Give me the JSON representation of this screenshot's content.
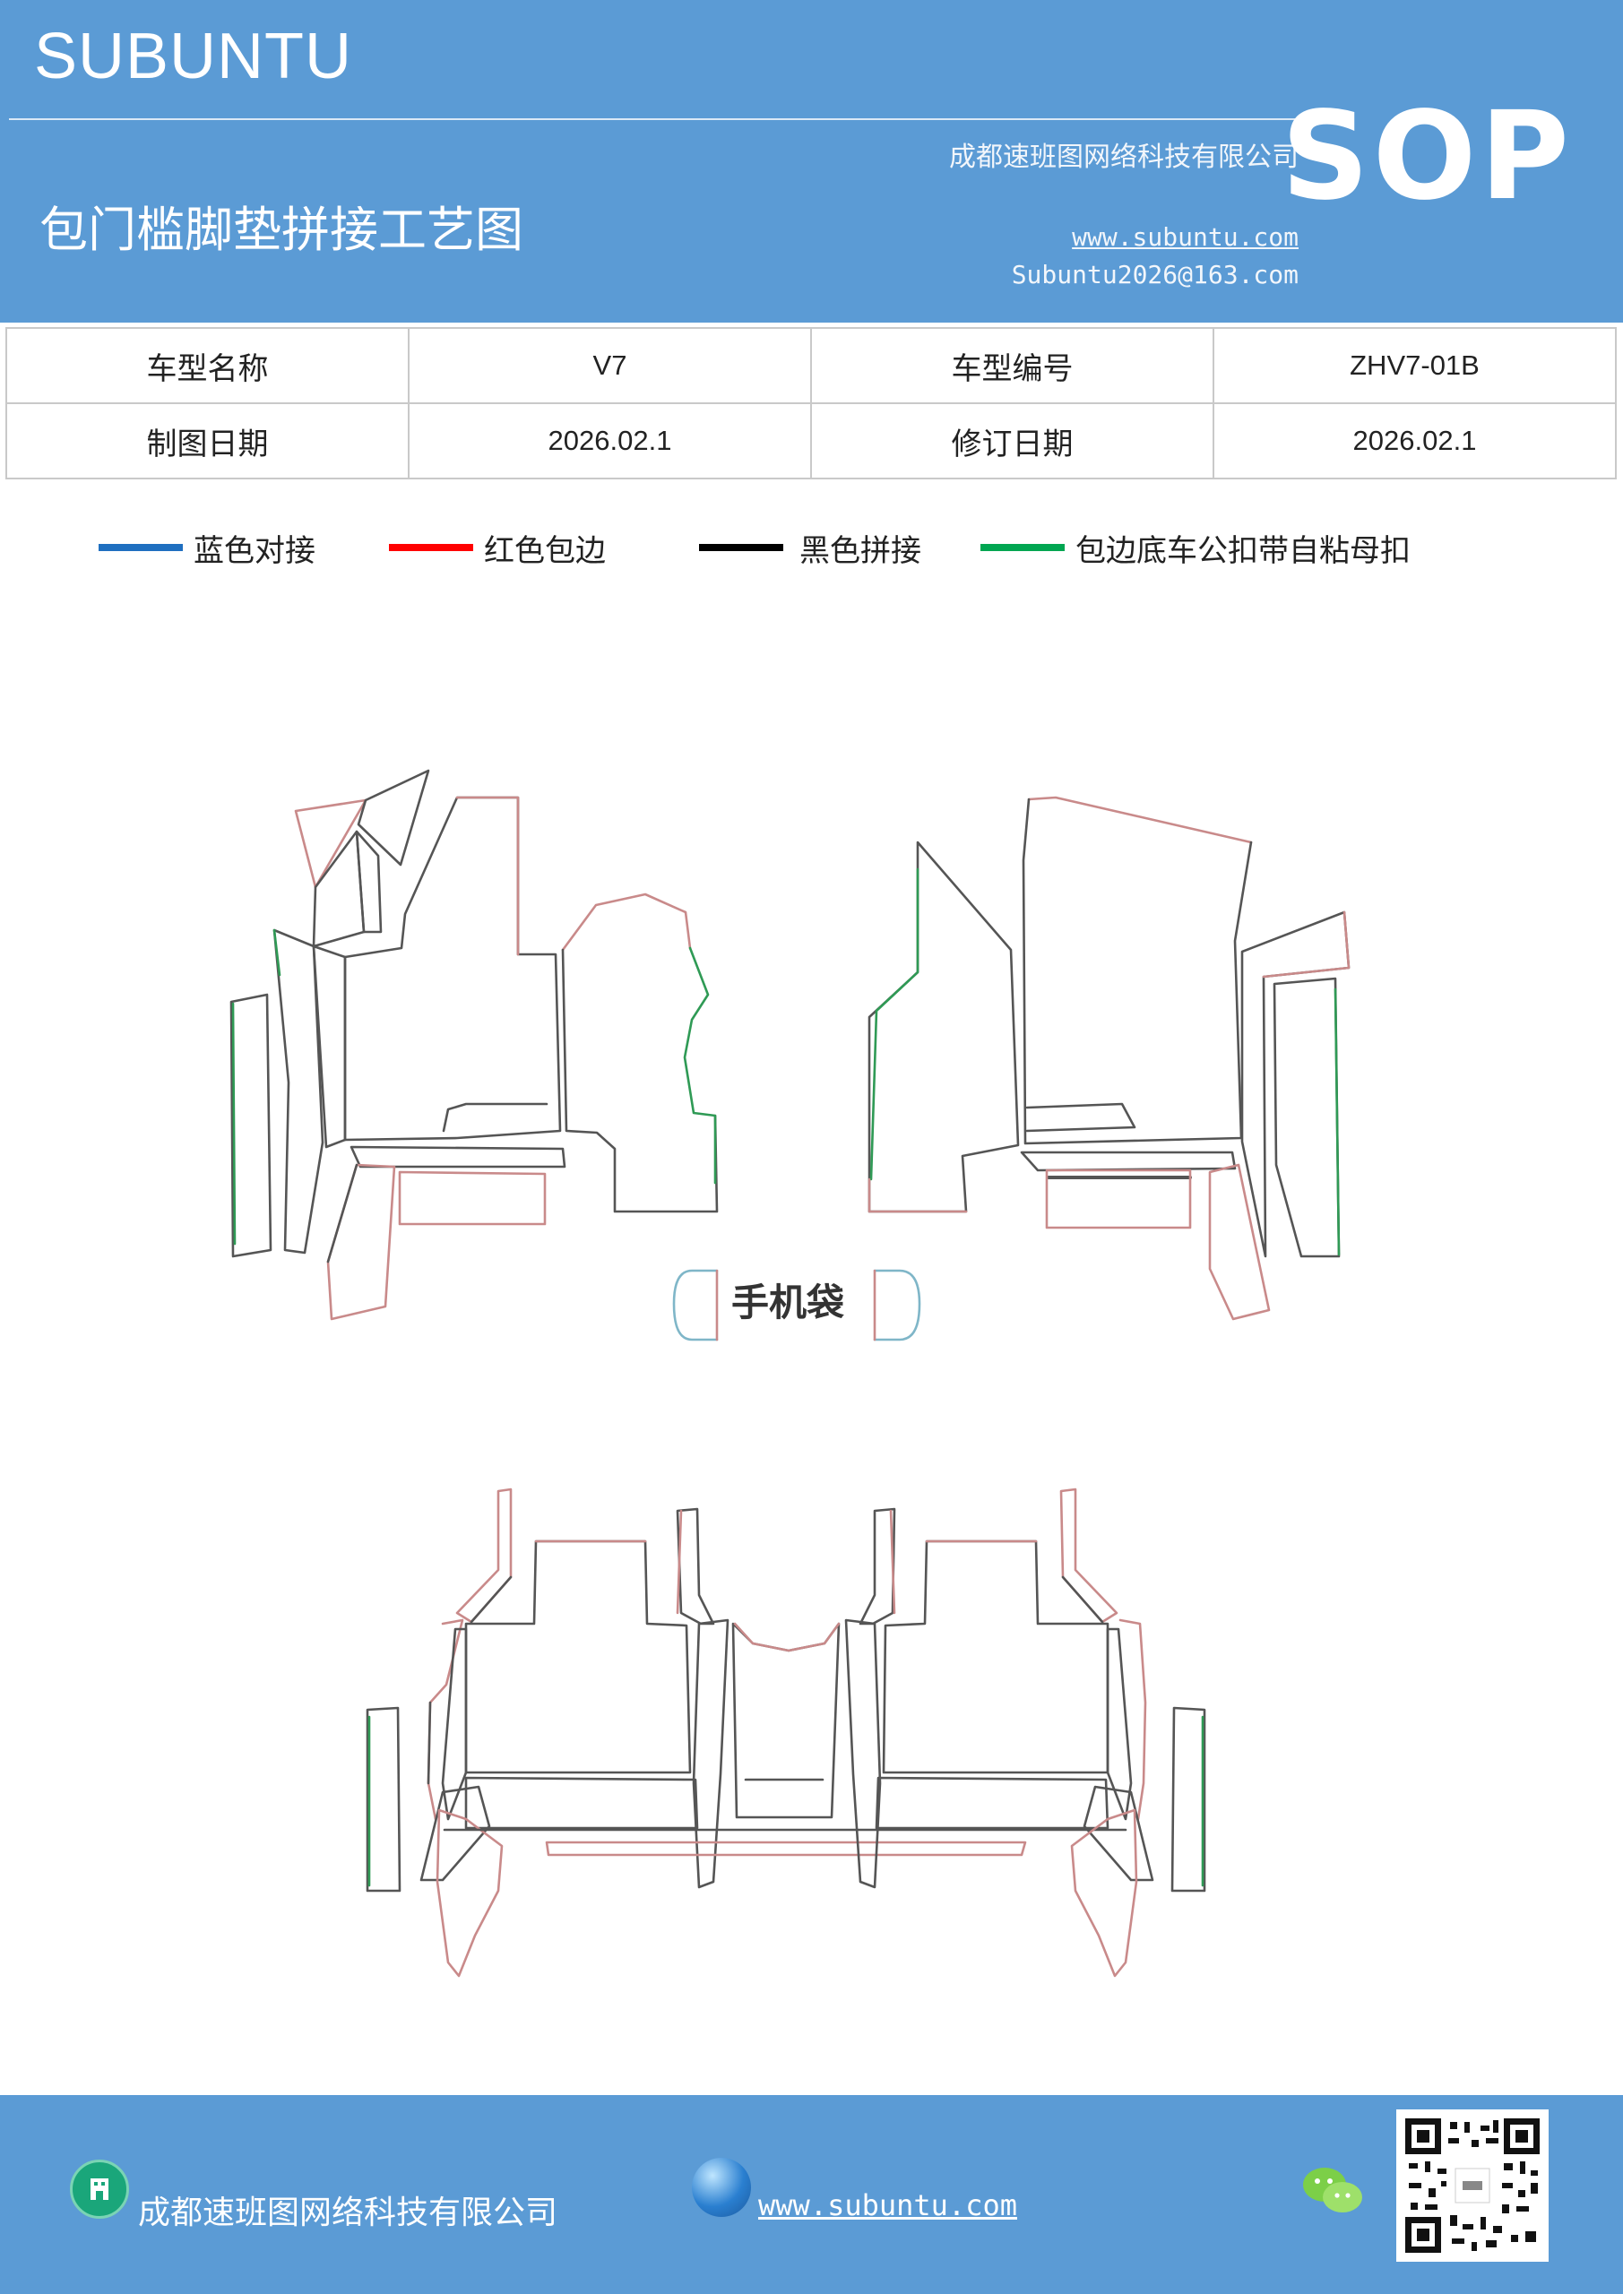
{
  "header": {
    "brand": "SUBUNTU",
    "company": "成都速班图网络科技有限公司",
    "sop": "SOP",
    "title": "包门槛脚垫拼接工艺图",
    "website": "www.subuntu.com",
    "email": "Subuntu2026@163.com",
    "color": "#5b9bd5"
  },
  "info": {
    "model_name_label": "车型名称",
    "model_name": "V7",
    "model_code_label": "车型编号",
    "model_code": "ZHV7-01B",
    "drawing_date_label": "制图日期",
    "drawing_date": "2026.02.1",
    "revision_date_label": "修订日期",
    "revision_date": "2026.02.1"
  },
  "legend": [
    {
      "label": "蓝色对接",
      "color": "#1f6fc0"
    },
    {
      "label": "红色包边",
      "color": "#ff0000"
    },
    {
      "label": "黑色拼接",
      "color": "#000000"
    },
    {
      "label": "包边底车公扣带自粘母扣",
      "color": "#00a651"
    }
  ],
  "diagram": {
    "pocket_label": "手机袋",
    "line_colors": {
      "edge": "#c98a8a",
      "seam": "#555555",
      "velcro": "#2f9a55",
      "pocket": "#7fb6c8"
    }
  },
  "footer": {
    "company": "成都速班图网络科技有限公司",
    "website": "www.subuntu.com",
    "icons": [
      "building-icon",
      "globe-icon",
      "wechat-icon",
      "qr-code"
    ]
  }
}
